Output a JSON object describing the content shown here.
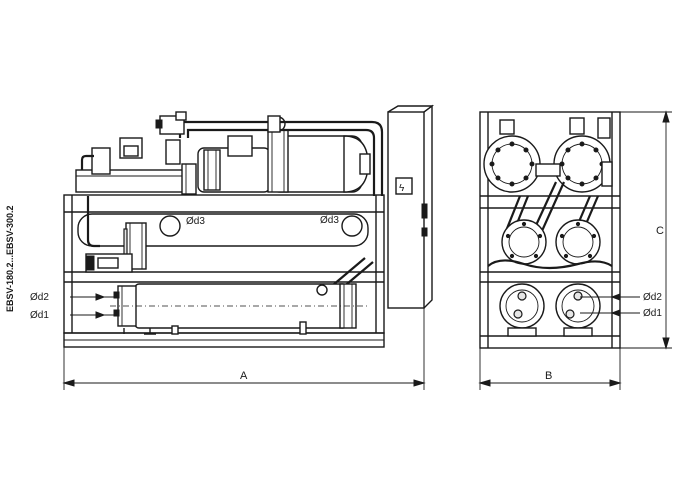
{
  "model_label": "EBSV-180.2...EBSV-300.2",
  "connections": {
    "d1": "Ød1",
    "d2": "Ød2",
    "d3": "Ød3"
  },
  "dimensions": {
    "a": "A",
    "b": "B",
    "c": "C"
  },
  "warning_symbol": "ϟ"
}
